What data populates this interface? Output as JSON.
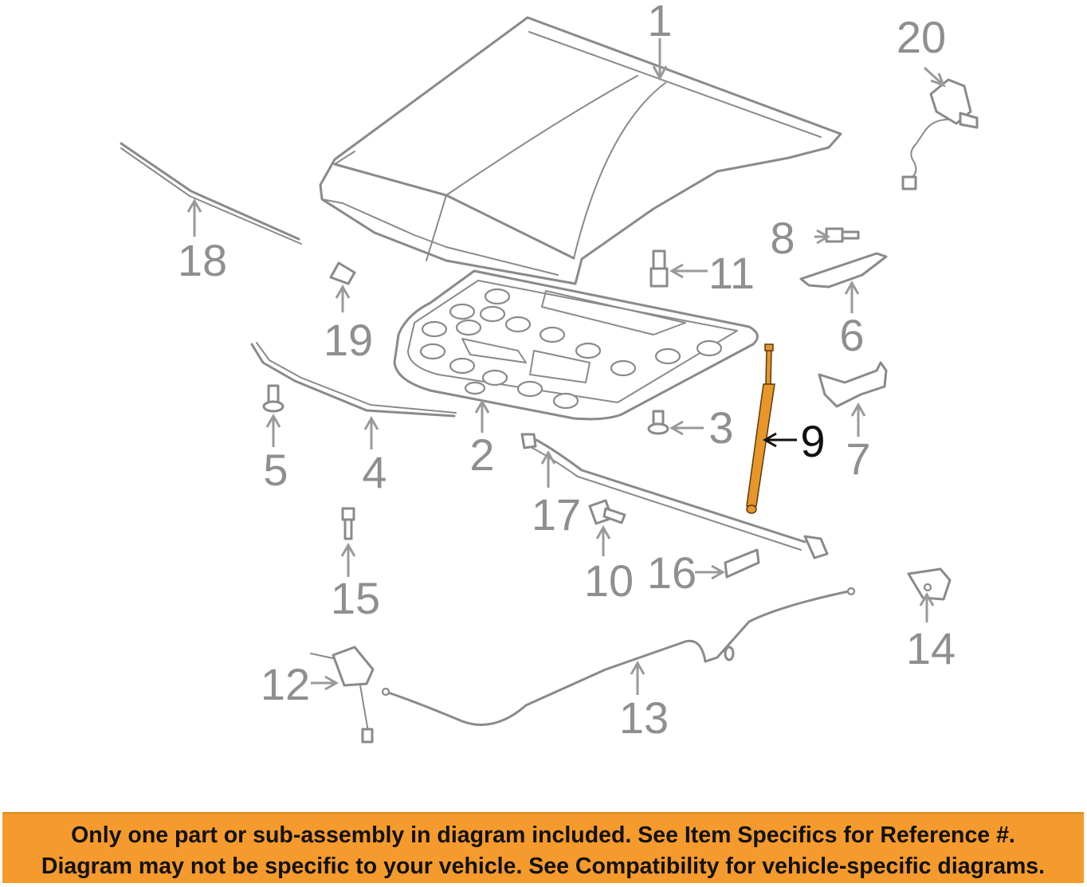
{
  "diagram": {
    "callouts": [
      "1",
      "2",
      "3",
      "4",
      "5",
      "6",
      "7",
      "8",
      "9",
      "10",
      "11",
      "12",
      "13",
      "14",
      "15",
      "16",
      "17",
      "18",
      "19",
      "20"
    ],
    "highlighted_part": "9",
    "colors": {
      "line_art": "#8a8a8a",
      "highlight_part": "#e8962a",
      "highlight_outline": "#5a3a10",
      "banner_background": "#f59a2c",
      "banner_text": "#111111"
    }
  },
  "banner": {
    "line1": "Only one part or sub-assembly in diagram included. See Item Specifics for Reference #.",
    "line2": "Diagram may not be specific to your vehicle. See Compatibility for vehicle-specific diagrams."
  }
}
